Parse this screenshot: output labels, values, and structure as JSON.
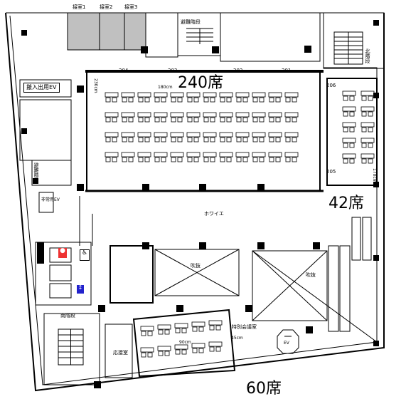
{
  "rooms": {
    "reception_1": "接室1",
    "reception_2": "接室2",
    "reception_3": "接室3",
    "evac_stairs_top": "避難階段",
    "north_stairs": "北階段",
    "loading_ev": "搬入出用EV",
    "evac_stairs_left": "避難階段",
    "room_204": "204",
    "room_203": "203",
    "room_202": "202",
    "room_201": "201",
    "room_206": "206",
    "room_205": "205",
    "foyer": "ホワイエ",
    "atrium_left": "吹抜",
    "atrium_right": "吹抜",
    "south_stairs": "南階段",
    "reception_room": "応接室",
    "special_meeting_room": "特別会議室",
    "ev": "EV",
    "service_ev": "非常用EV"
  },
  "capacities": {
    "main_hall": "240席",
    "side_room": "42席",
    "meeting_room": "60席"
  },
  "dimensions": {
    "hall_width": "180cm",
    "hall_depth": "230cm",
    "side_room_width": "170cm",
    "meeting_table": "90cm",
    "meeting_gap": "45cm"
  },
  "colors": {
    "wall": "#000000",
    "shaded_room": "#c0c0c0",
    "line": "#000000"
  },
  "icons": [
    "toilet-icon",
    "wheelchair-icon",
    "elevator-icon"
  ]
}
